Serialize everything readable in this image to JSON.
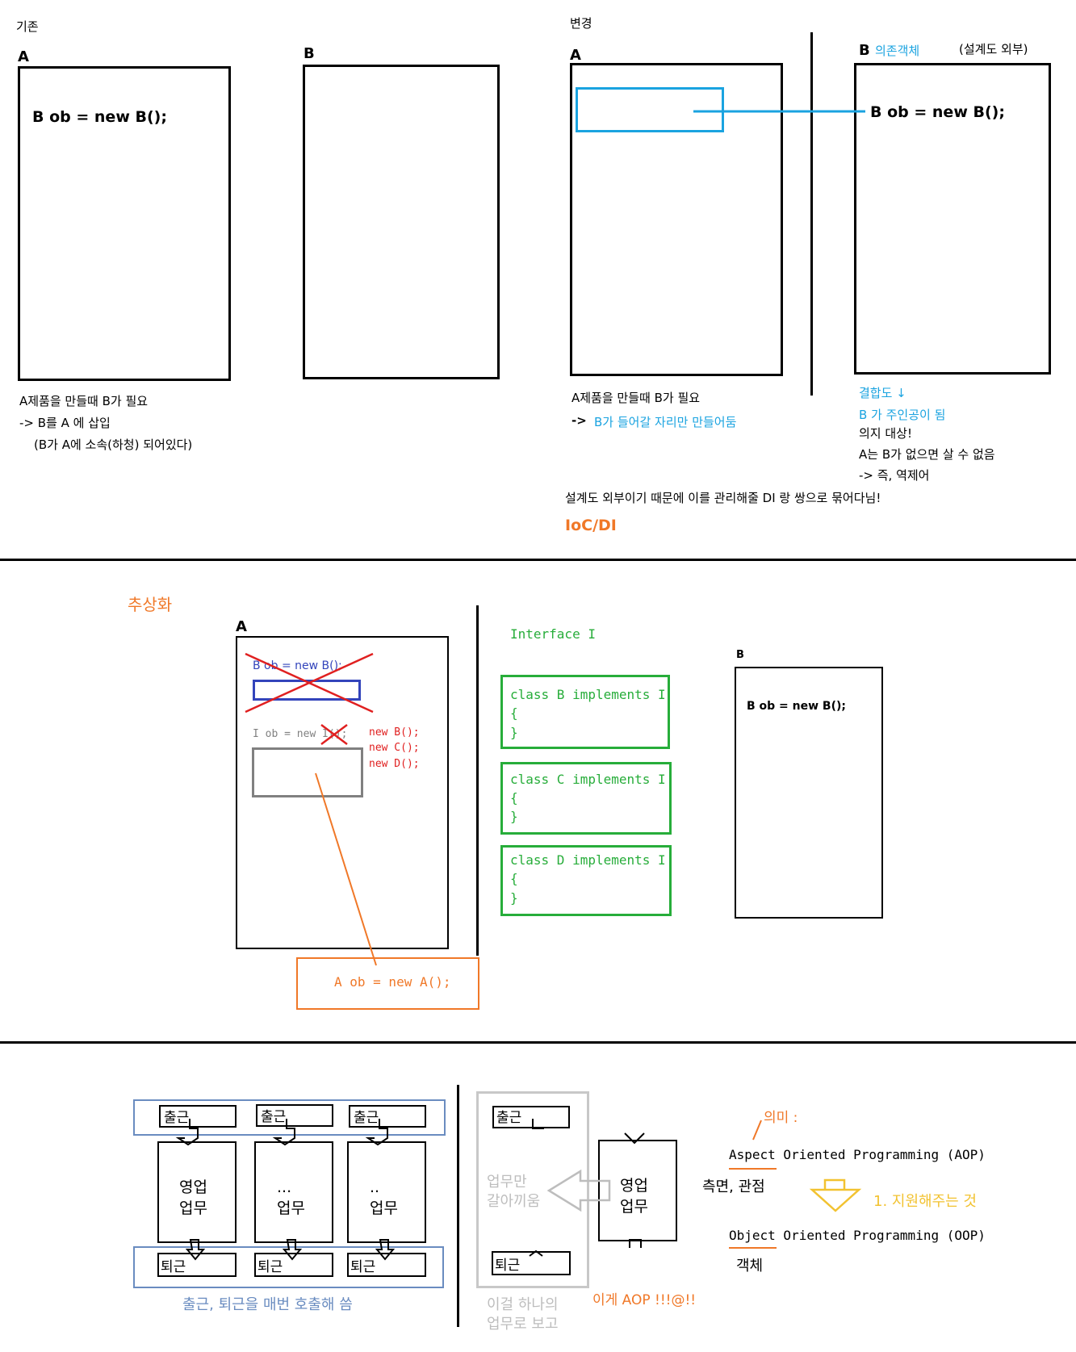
{
  "section1": {
    "left_title": "기존",
    "right_title": "변경",
    "box_a_label": "A",
    "box_b_label": "B",
    "box_a_code": "B ob = new B();",
    "left_note1": "A제품을 만들때 B가 필요",
    "left_note2": "-> B를 A 에 삽입",
    "left_note3": "(B가 A에 소속(하청) 되어있다)",
    "right_box_a_label": "A",
    "right_box_b_label": "B",
    "right_box_b_tag": "의존객체",
    "right_box_b_extra": "(설계도 외부)",
    "right_box_b_code": "B ob = new B();",
    "right_note1": "A제품을 만들때 B가 필요",
    "right_note2_arrow": "->",
    "right_note2": "B가 들어갈 자리만 만들어둠",
    "coupling1": "결합도 ↓",
    "coupling2": "B 가 주인공이 됨",
    "coupling3": "의지 대상!",
    "coupling4": "A는 B가 없으면 살 수 없음",
    "coupling5": "-> 즉, 역제어",
    "bottom_note": "설계도 외부이기 때문에 이를 관리해줄 DI 랑 쌍으로 묶어다님!",
    "ioc_di": "IoC/DI"
  },
  "section2": {
    "title": "추상화",
    "box_a_label": "A",
    "crossed_code": "B ob = new B();",
    "interface_code": "I ob = new I();",
    "alt1": "new B();",
    "alt2": "new C();",
    "alt3": "new D();",
    "interface_title": "Interface I",
    "class_b": "class B implements I",
    "class_c": "class C implements I",
    "class_d": "class D implements I",
    "brace_open": "{",
    "brace_close": "}",
    "box_b_label": "B",
    "box_b_code": "B ob = new B();",
    "a_new": "A  ob  = new A();"
  },
  "section3": {
    "clock_in": "출근",
    "clock_out": "퇴근",
    "work1_line1": "영업",
    "work1_line2": "업무",
    "work2_line1": "...",
    "work2_line2": "업무",
    "work3_line1": "..",
    "work3_line2": "업무",
    "caption_left": "출근, 퇴근을 매번 호출해 씀",
    "middle_text1": "업무만",
    "middle_text2": "갈아끼움",
    "middle_clock_in": "출근",
    "middle_clock_out": "퇴근",
    "middle_caption1": "이걸 하나의",
    "middle_caption2": "업무로 보고",
    "right_work1": "영업",
    "right_work2": "업무",
    "aop_label": "이게 AOP !!!@!!",
    "meaning": "의미 :",
    "aop_full": "Aspect Oriented Programming (AOP)",
    "aop_ko": "측면, 관점",
    "support": "1. 지원해주는 것",
    "oop_full": "Object Oriented Programming (OOP)",
    "oop_ko": "객체"
  },
  "colors": {
    "blue": "#1aa3e0",
    "orange": "#f07828",
    "green": "#27ad3a",
    "red": "#e02020",
    "navy": "#3344bb",
    "steel_blue": "#6a8cc0",
    "yellow": "#f2c230",
    "light_gray": "#bdbdbd"
  }
}
